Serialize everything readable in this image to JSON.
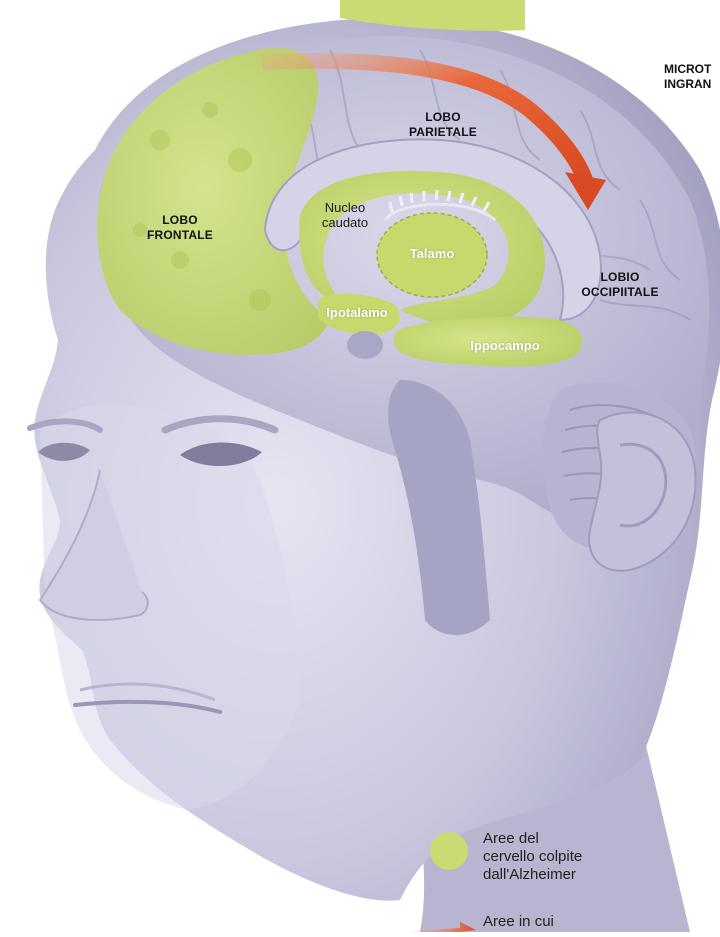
{
  "labels": {
    "frontal_1": "LOBO",
    "frontal_2": "FRONTALE",
    "parietal_1": "LOBO",
    "parietal_2": "PARIETALE",
    "occipital_1": "LOBIO",
    "occipital_2": "OCCIPIITALE",
    "caudate_1": "Nucleo",
    "caudate_2": "caudato",
    "thalamus": "Talamo",
    "hypothalamus": "Ipotalamo",
    "hippocampus": "Ippocampo"
  },
  "side_label": {
    "line1": "MICROT",
    "line2": "INGRAN"
  },
  "legend": {
    "affected_1": "Aree del",
    "affected_2": "cervello colpite",
    "affected_3": "dall'Alzheimer",
    "spread_1": "Aree in cui"
  },
  "colors": {
    "affected_green": "#c9dc74",
    "arrow_orange": "#e2542a",
    "head_lavender": "#c9c8de"
  }
}
